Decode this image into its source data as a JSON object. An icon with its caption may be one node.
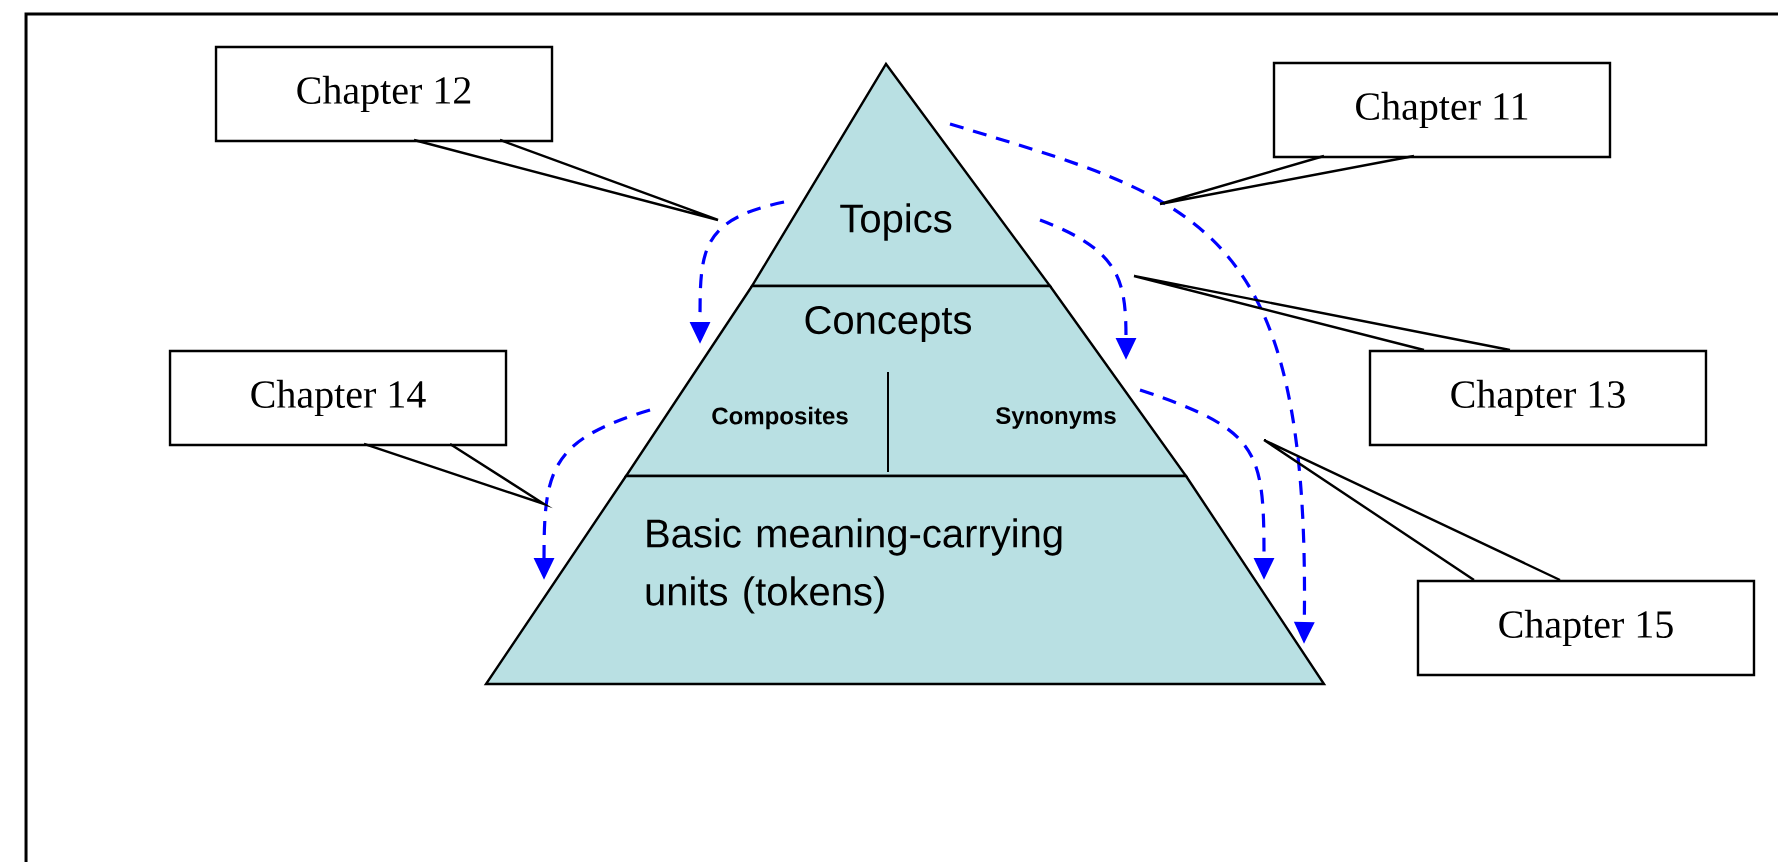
{
  "diagram": {
    "nodes": [
      {
        "text": [
          "Chapter 12"
        ]
      },
      {
        "text": [
          "Chapter 11"
        ]
      },
      {
        "text": [
          "Topics"
        ]
      },
      {
        "text": [
          "Concepts"
        ]
      },
      {
        "text": [
          "Composites"
        ],
        "in": 3
      },
      {
        "text": [
          "Synonyms"
        ],
        "in": 3
      },
      {
        "text": [
          "Chapter 13"
        ]
      },
      {
        "text": [
          "Chapter 14"
        ]
      },
      {
        "text": [
          "Basic meaning-carrying units (tokens)"
        ]
      },
      {
        "text": [
          "Chapter 15"
        ]
      }
    ],
    "edges": [
      {
        "from": 2,
        "to": 3,
        "arrow": "to",
        "style": "dashed",
        "color": "#0000ff"
      },
      {
        "from": 2,
        "to": 8,
        "arrow": "to",
        "style": "dashed",
        "color": "#0000ff"
      },
      {
        "from": 2,
        "to": 3,
        "arrow": "to",
        "style": "dashed",
        "color": "#0000ff"
      },
      {
        "from": 4,
        "to": 8,
        "arrow": "to",
        "style": "dashed",
        "color": "#0000ff"
      },
      {
        "from": 5,
        "to": 8,
        "arrow": "to",
        "style": "dashed",
        "color": "#0000ff"
      },
      {
        "from": 0,
        "to": null,
        "arrow": "none",
        "color": "#000000"
      },
      {
        "from": 1,
        "to": null,
        "arrow": "none",
        "color": "#000000"
      },
      {
        "from": 6,
        "to": null,
        "arrow": "none",
        "color": "#000000"
      },
      {
        "from": 7,
        "to": null,
        "arrow": "none",
        "color": "#000000"
      },
      {
        "from": 9,
        "to": null,
        "arrow": "none",
        "color": "#000000"
      }
    ]
  }
}
